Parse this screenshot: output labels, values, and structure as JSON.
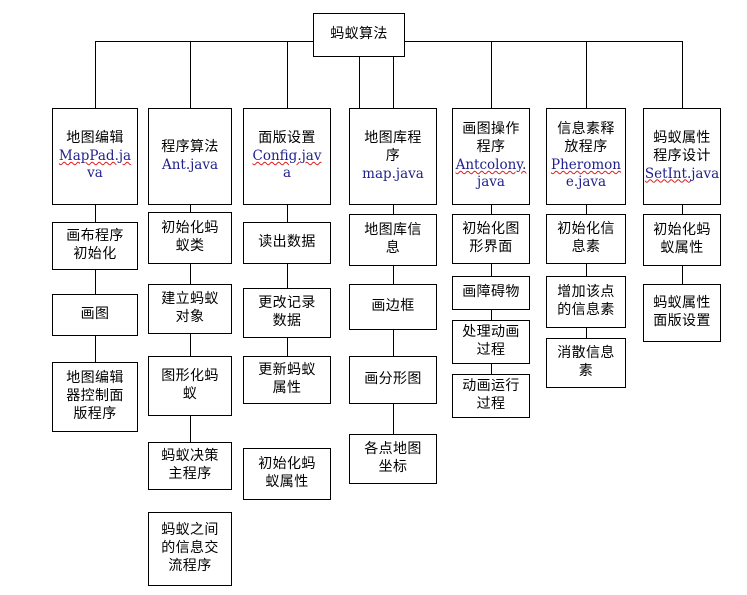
{
  "diagram": {
    "title": "蚂蚁算法",
    "type": "tree-org-chart",
    "orientation": "top-down",
    "colors": {
      "box_border": "#000000",
      "background": "#ffffff",
      "chinese_text": "#000000",
      "code_text": "#1f1f8c",
      "spellcheck_underline": "#e01b1b"
    },
    "root": {
      "label": "蚂蚁算法"
    },
    "columns": [
      {
        "id": "col-1",
        "head": {
          "cn": "地图编辑",
          "code": "MapPad.ja\nva",
          "code_misspelled": "MapPad.ja"
        },
        "children": [
          {
            "cn": "画布程序\n初始化"
          },
          {
            "cn": "画图"
          },
          {
            "cn": "地图编辑\n器控制面\n版程序"
          }
        ]
      },
      {
        "id": "col-2",
        "head": {
          "cn": "程序算法",
          "code": "Ant.java",
          "code_misspelled": ""
        },
        "children": [
          {
            "cn": "初始化蚂\n蚁类"
          },
          {
            "cn": "建立蚂蚁\n对象"
          },
          {
            "cn": "图形化蚂\n蚁"
          },
          {
            "cn": "蚂蚁决策\n主程序"
          },
          {
            "cn": "蚂蚁之间\n的信息交\n流程序",
            "detached": true
          }
        ]
      },
      {
        "id": "col-3",
        "head": {
          "cn": "面版设置",
          "code": "Config.jav\na",
          "code_misspelled": "Config.jav"
        },
        "children": [
          {
            "cn": "读出数据"
          },
          {
            "cn": "更改记录\n数据"
          },
          {
            "cn": "更新蚂蚁\n属性"
          },
          {
            "cn": "初始化蚂\n蚁属性",
            "detached": true
          }
        ]
      },
      {
        "id": "col-4",
        "head": {
          "cn": "地图库程\n序",
          "code": "map.java",
          "code_misspelled": ""
        },
        "children": [
          {
            "cn": "地图库信\n息"
          },
          {
            "cn": "画边框"
          },
          {
            "cn": "画分形图"
          },
          {
            "cn": "各点地图\n坐标"
          }
        ]
      },
      {
        "id": "col-5",
        "head": {
          "cn": "画图操作\n程序",
          "code": "Antcolony.\njava",
          "code_misspelled": "Antcolony."
        },
        "children": [
          {
            "cn": "初始化图\n形界面"
          },
          {
            "cn": "画障碍物"
          },
          {
            "cn": "处理动画\n过程"
          },
          {
            "cn": "动画运行\n过程"
          }
        ]
      },
      {
        "id": "col-6",
        "head": {
          "cn": "信息素释\n放程序",
          "code": "Pheromon\ne.java",
          "code_misspelled": "Pheromon"
        },
        "children": [
          {
            "cn": "初始化信\n息素"
          },
          {
            "cn": "增加该点\n的信息素"
          },
          {
            "cn": "消散信息\n素"
          }
        ]
      },
      {
        "id": "col-7",
        "head": {
          "cn": "蚂蚁属性\n程序设计",
          "code": "SetInt.java",
          "code_misspelled": "SetInt."
        },
        "children": [
          {
            "cn": "初始化蚂\n蚁属性"
          },
          {
            "cn": "蚂蚁属性\n面版设置"
          }
        ]
      }
    ]
  }
}
